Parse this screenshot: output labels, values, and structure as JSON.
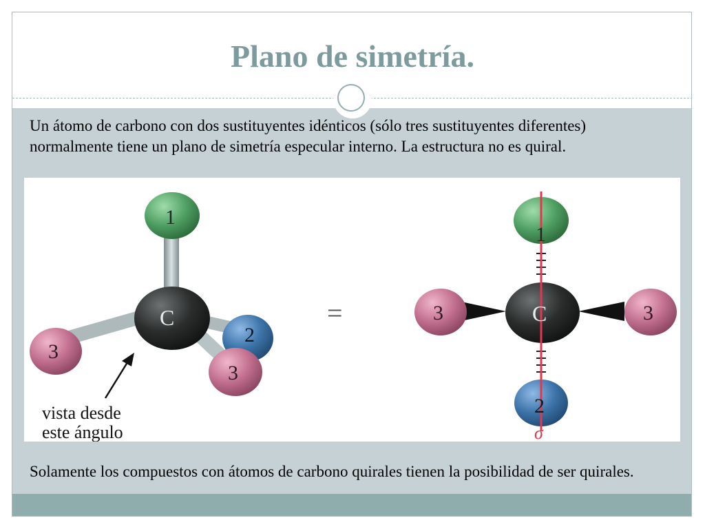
{
  "slide": {
    "title": "Plano de simetría.",
    "paragraph_top": "Un átomo de carbono con dos sustituyentes idénticos (sólo tres sustituyentes diferentes) normalmente tiene un plano de simetría especular interno. La estructura no es quiral.",
    "paragraph_bottom": "Solamente los compuestos con átomos de carbono quirales tienen la posibilidad de ser quirales."
  },
  "figure": {
    "left_molecule": {
      "center_label": "C",
      "top_label": "1",
      "left_label": "3",
      "back_right_label": "2",
      "front_right_label": "3"
    },
    "equals_sign": "=",
    "right_molecule": {
      "center_label": "C",
      "top_label": "1",
      "left_label": "3",
      "right_label": "3",
      "bottom_label": "2"
    },
    "sigma_label": "σ",
    "view_caption_line1": "vista desde",
    "view_caption_line2": "este ángulo"
  },
  "colors": {
    "title": "#7d9b9d",
    "content_background": "#c6d1d6",
    "footer_bar": "#8fadad",
    "atom_green": "#4f9f63",
    "atom_blue": "#3d74a9",
    "atom_pink": "#c2708f",
    "atom_carbon": "#2b2d2d",
    "mirror_plane": "#e2374d"
  }
}
